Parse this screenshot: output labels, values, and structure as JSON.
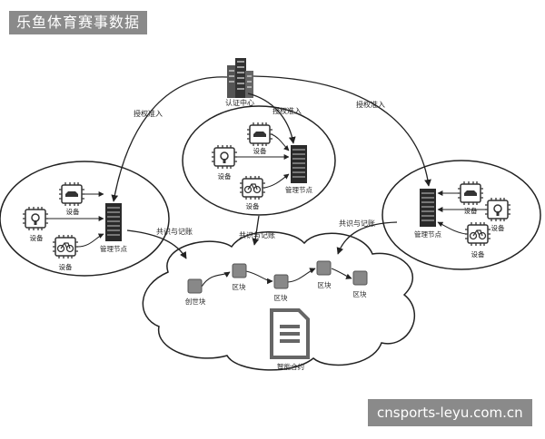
{
  "header": {
    "title": "乐鱼体育赛事数据"
  },
  "watermark": {
    "text": "cnsports-leyu.com.cn"
  },
  "diagram": {
    "auth_center": "认证中心",
    "auth_access": "授权准入",
    "device": "设备",
    "manage_node": "管理节点",
    "consensus": "共识与记账",
    "genesis_block": "创世块",
    "block": "区块",
    "smart_contract": "智能合约"
  }
}
